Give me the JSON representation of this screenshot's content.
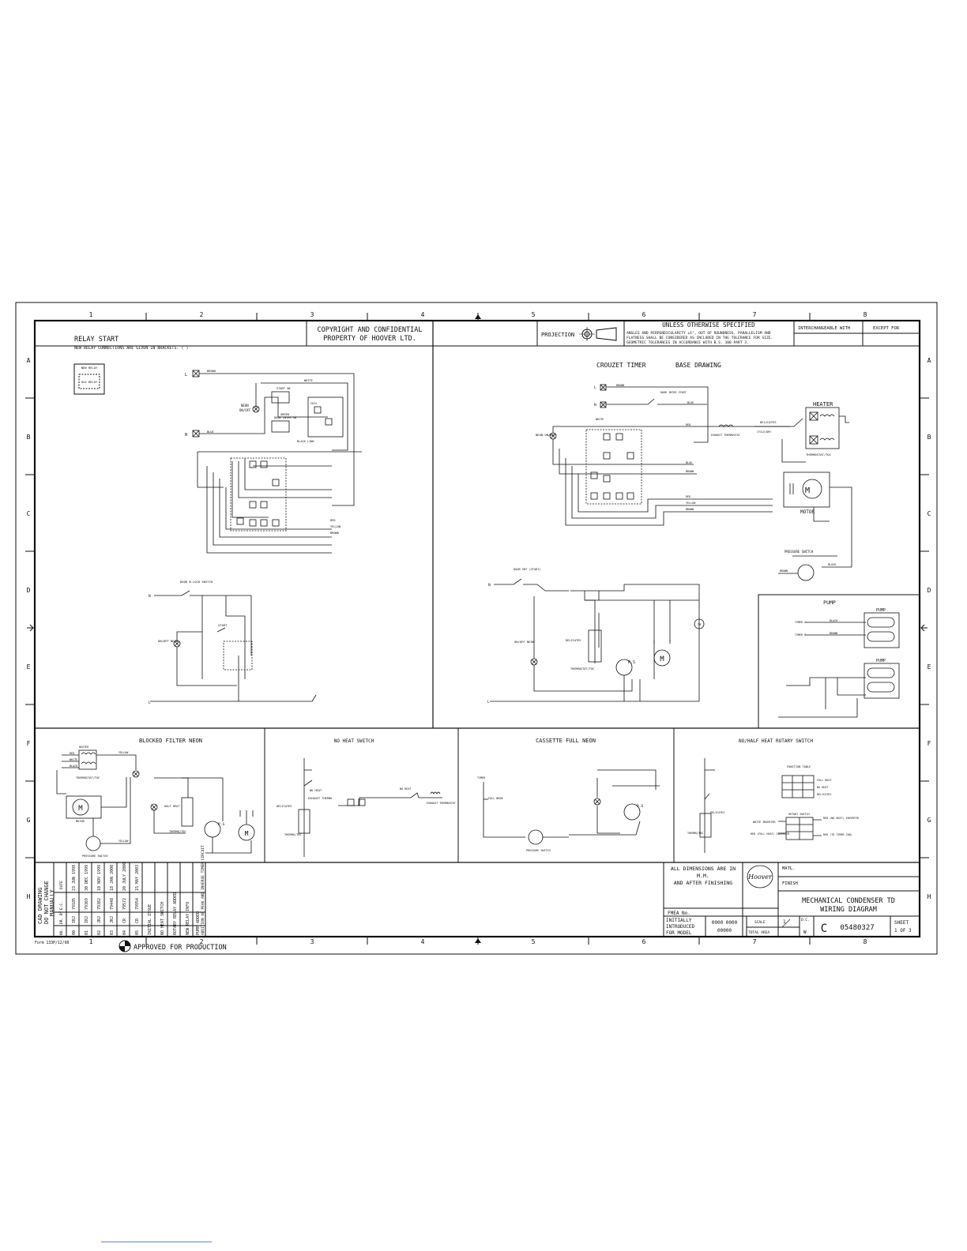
{
  "sheet": {
    "col_labels": [
      "1",
      "2",
      "3",
      "4",
      "5",
      "6",
      "7",
      "8"
    ],
    "row_labels": [
      "A",
      "B",
      "C",
      "D",
      "E",
      "F",
      "G",
      "H"
    ]
  },
  "header": {
    "copyright": [
      "COPYRIGHT AND CONFIDENTIAL",
      "PROPERTY OF HOOVER LTD."
    ],
    "projection": "PROJECTION",
    "unless_title": "UNLESS OTHERWISE SPECIFIED",
    "unless_lines": [
      "ANGLES AND PERPENDICULARITY ±1°, OUT OF ROUNDNESS, PARALLELISM AND",
      "FLATNESS SHALL BE CONSIDERED AS INCLUDED IN THE TOLERANCE FOR SIZE.",
      "GEOMETRIC TOLERANCES IN ACCORDANCE WITH B.S. 308 PART 3."
    ],
    "interchangeable": "INTERCHANGEABLE WITH",
    "except_for": "EXCEPT FOR"
  },
  "relay": {
    "title": "RELAY START",
    "subtitle": "NEW RELAY CONNECTIONS ARE GIVEN IN BRACKETS. ( )",
    "new_relay": "NEW RELAY",
    "old_relay": "OLD RELAY",
    "neon": [
      "NEON",
      "ON/OFF"
    ],
    "labels": [
      "L",
      "N",
      "BROWN",
      "BLUE",
      "WHITE",
      "GREEN",
      "START SW",
      "DOOR INTER SW",
      "BLACK LINK",
      "COIL",
      "RED",
      "YELLOW",
      "BROWN"
    ]
  },
  "relay_schematic": {
    "labels": [
      "N",
      "DOOR W-LOCK SWITCH",
      "ON/OFF NEON",
      "START",
      "L"
    ]
  },
  "crouzet": {
    "title": "CROUZET TIMER",
    "subtitle": "BASE DRAWING",
    "labels": [
      "L",
      "N",
      "BROWN",
      "BLUE",
      "DOOR INTER START",
      "NEON ON/OFF",
      "WHITE",
      "RED",
      "EXHAUST THERMOSTAT",
      "CYCLE/DRY",
      "DELICATES",
      "BLUE",
      "BROWN",
      "RED",
      "YELLOW",
      "BROWN",
      "HEATER",
      "THERMOSTAT/TOC",
      "MOTOR",
      "PRESSURE SWITCH",
      "BROWN",
      "BLACK"
    ]
  },
  "crouzet_schematic": {
    "labels": [
      "N",
      "DOOR INT (START)",
      "ON/OFF NEON",
      "DELICATES",
      "THERMOSTAT/TOC",
      "P.S",
      "M",
      "TM",
      "L"
    ]
  },
  "pump": {
    "title": "PUMP",
    "pump1": "PUMP",
    "pump2": "PUMP",
    "labels": [
      "TIMER A",
      "TIMER B",
      "BLACK",
      "BROWN"
    ]
  },
  "bottom_panels": [
    {
      "title": "BLOCKED FILTER NEON",
      "labels": [
        "HEATER",
        "WHITE",
        "BLACK",
        "RED",
        "YELLOW",
        "THERMOSTAT/TOC",
        "MOTOR",
        "PRESSURE SWITCH",
        "YELLOW",
        "HALF HEAT",
        "THERMO/TOC",
        "P.S",
        "M"
      ]
    },
    {
      "title": "NO HEAT SWITCH",
      "labels": [
        "NO HEAT",
        "EXHAUST THERMO",
        "DELICATES",
        "THERMO/TOC",
        "NO HEAT",
        "EXHAUST THERMOSTAT"
      ]
    },
    {
      "title": "CASSETTE FULL NEON",
      "labels": [
        "TIMER",
        "FULL NEON",
        "PRESSURE SWITCH",
        "P.S"
      ]
    },
    {
      "title": "NO/HALF HEAT ROTARY SWITCH",
      "labels": [
        "FUNCTION TABLE",
        "FULL HEAT",
        "NO HEAT",
        "DELICATES",
        "ROTARY SWITCH",
        "WHITE INVERTER",
        "RED (NO HEAT) INVERTER",
        "RED (FULL HEAT) INVERTER",
        "RED (TO TIMER CAB)",
        "THERMO/TOC",
        "DELICATES"
      ]
    }
  ],
  "revisions": {
    "cad_note": [
      "CAD DRAWING",
      "DO NOT CHANGE",
      "MANUALLY"
    ],
    "header": [
      "NO.",
      "DR. BY",
      "E.C.",
      "DATE"
    ],
    "rows": [
      [
        "00",
        "IRJ",
        "79185",
        "23 JUN 1998",
        "INITIAL ISSUE"
      ],
      [
        "01",
        "IRJ",
        "79369",
        "30 DEC 1999",
        "NO HEAT SWITCH"
      ],
      [
        "02",
        "JRJ",
        "79382",
        "10 NOV 1999",
        "ROTARY RELAY ADDED"
      ],
      [
        "03",
        "JRJ",
        "79448",
        "18 JAN 2000",
        "NEW RELAY INFO"
      ],
      [
        "04",
        "CR",
        "79572",
        "20 JULY 2000",
        "PUMP ADDED"
      ],
      [
        "05",
        "CR",
        "79954",
        "15 MAY 2003",
        "ADDITION OF PEAK AND INVERSE TIMER CIRCUIT"
      ]
    ]
  },
  "title_block": {
    "dimensions": [
      "ALL DIMENSIONS ARE IN",
      "M.M.",
      "AND AFTER FINISHING"
    ],
    "matl": "MATL.",
    "finish": "FINISH",
    "title": [
      "MECHANICAL CONDENSER TD",
      "WIRING DIAGRAM"
    ],
    "fmea": "FMEA No.",
    "initially": [
      "INITIALLY",
      "INTRODUCED",
      "FOR MODEL"
    ],
    "model_codes": [
      "0000 0000",
      "00000"
    ],
    "scale": "SCALE",
    "scale_value": "1",
    "total_area": "TOTAL AREA",
    "dc": "D.C.",
    "w": "W",
    "rev": "C",
    "drawing_no": "05480327",
    "sheet": [
      "SHEET",
      "1 OF 3"
    ],
    "logo_text": "Hoover"
  },
  "form_no": "Form 133P/12/98",
  "approved": "APPROVED FOR PRODUCTION"
}
